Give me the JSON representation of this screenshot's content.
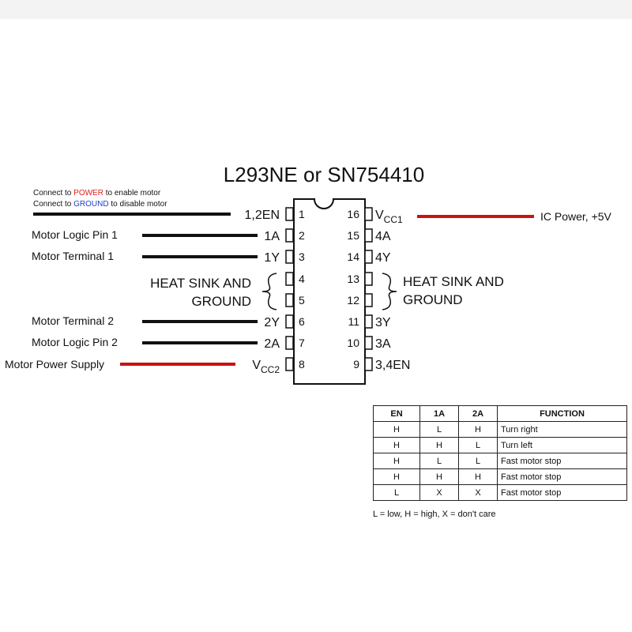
{
  "title": "L293NE or SN754410",
  "enable_note": {
    "line1": [
      "Connect to ",
      "POWER",
      " to enable motor"
    ],
    "line2": [
      "Connect to ",
      "GROUND",
      " to disable motor"
    ]
  },
  "left_pins": [
    {
      "num": "1",
      "label": "1,2EN"
    },
    {
      "num": "2",
      "label": "1A"
    },
    {
      "num": "3",
      "label": "1Y"
    },
    {
      "num": "4",
      "label": ""
    },
    {
      "num": "5",
      "label": ""
    },
    {
      "num": "6",
      "label": "2Y"
    },
    {
      "num": "7",
      "label": "2A"
    },
    {
      "num": "8",
      "label": "V",
      "sub": "CC2"
    }
  ],
  "right_pins": [
    {
      "num": "16",
      "label": "V",
      "sub": "CC1"
    },
    {
      "num": "15",
      "label": "4A"
    },
    {
      "num": "14",
      "label": "4Y"
    },
    {
      "num": "13",
      "label": ""
    },
    {
      "num": "12",
      "label": ""
    },
    {
      "num": "11",
      "label": "3Y"
    },
    {
      "num": "10",
      "label": "3A"
    },
    {
      "num": "9",
      "label": "3,4EN"
    }
  ],
  "left_connections": [
    "Motor Logic Pin 1",
    "Motor Terminal 1",
    "Motor Terminal 2",
    "Motor Logic Pin 2",
    "Motor Power Supply"
  ],
  "right_connection": "IC Power, +5V",
  "heat_sink": {
    "line1": "HEAT SINK AND",
    "line2": "GROUND"
  },
  "truth_table": {
    "headers": [
      "EN",
      "1A",
      "2A",
      "FUNCTION"
    ],
    "rows": [
      [
        "H",
        "L",
        "H",
        "Turn right"
      ],
      [
        "H",
        "H",
        "L",
        "Turn left"
      ],
      [
        "H",
        "L",
        "L",
        "Fast motor stop"
      ],
      [
        "H",
        "H",
        "H",
        "Fast motor stop"
      ],
      [
        "L",
        "X",
        "X",
        "Fast motor stop"
      ]
    ],
    "legend": "L = low, H = high, X = don't care"
  },
  "colors": {
    "power_wire": "#cc1111",
    "signal_wire": "#111111",
    "power_text": "#e11d1d",
    "ground_text": "#1f3fbf"
  }
}
